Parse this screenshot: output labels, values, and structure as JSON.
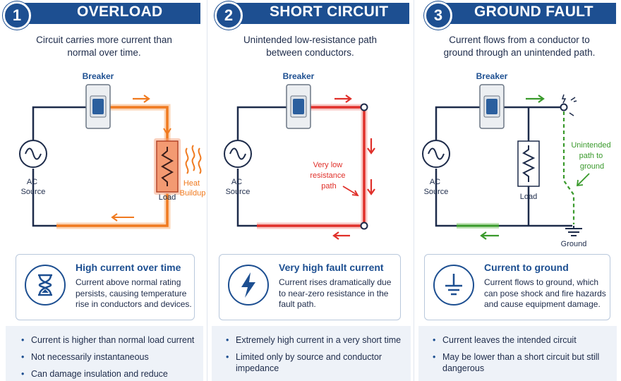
{
  "panels": [
    {
      "number": "1",
      "title": "OVERLOAD",
      "description": [
        "Circuit carries more current than",
        "normal over time."
      ],
      "breaker_label": "Breaker",
      "source_label": [
        "AC",
        "Source"
      ],
      "load_label": "Load",
      "extra_label": [
        "Heat",
        "Buildup"
      ],
      "card": {
        "title": "High current over time",
        "icon": "hourglass-icon",
        "body": [
          "Current above normal rating",
          "persists, causing temperature",
          "rise in conductors and devices."
        ]
      },
      "bullets": [
        "Current is higher than normal load current",
        "Not necessarily instantaneous",
        "Can damage insulation and reduce"
      ]
    },
    {
      "number": "2",
      "title": "SHORT CIRCUIT",
      "description": [
        "Unintended low-resistance path",
        "between conductors."
      ],
      "breaker_label": "Breaker",
      "source_label": [
        "AC",
        "Source"
      ],
      "extra_label": [
        "Very low",
        "resistance",
        "path"
      ],
      "card": {
        "title": "Very high fault current",
        "icon": "lightning-bolt-icon",
        "body": [
          "Current rises dramatically due",
          "to near-zero resistance in the",
          "fault path."
        ]
      },
      "bullets": [
        "Extremely high current in a very short time",
        "Limited only by source and conductor impedance"
      ]
    },
    {
      "number": "3",
      "title": "GROUND FAULT",
      "description": [
        "Current flows from a conductor to",
        "ground through an unintended path."
      ],
      "breaker_label": "Breaker",
      "source_label": [
        "AC",
        "Source"
      ],
      "load_label": "Load",
      "extra_label": [
        "Unintended",
        "path to",
        "ground"
      ],
      "ground_label": "Ground",
      "card": {
        "title": "Current to ground",
        "icon": "ground-symbol-icon",
        "body": [
          "Current flows to ground, which",
          "can pose shock and fire hazards",
          "and cause equipment damage."
        ]
      },
      "bullets": [
        "Current leaves the intended circuit",
        "May be lower than a short circuit but still dangerous"
      ]
    }
  ],
  "colors": {
    "header": "#1d4f91",
    "overload": "#f07a1f",
    "short": "#e0302a",
    "ground": "#3a9a2c",
    "wire": "#1d2b4a"
  }
}
